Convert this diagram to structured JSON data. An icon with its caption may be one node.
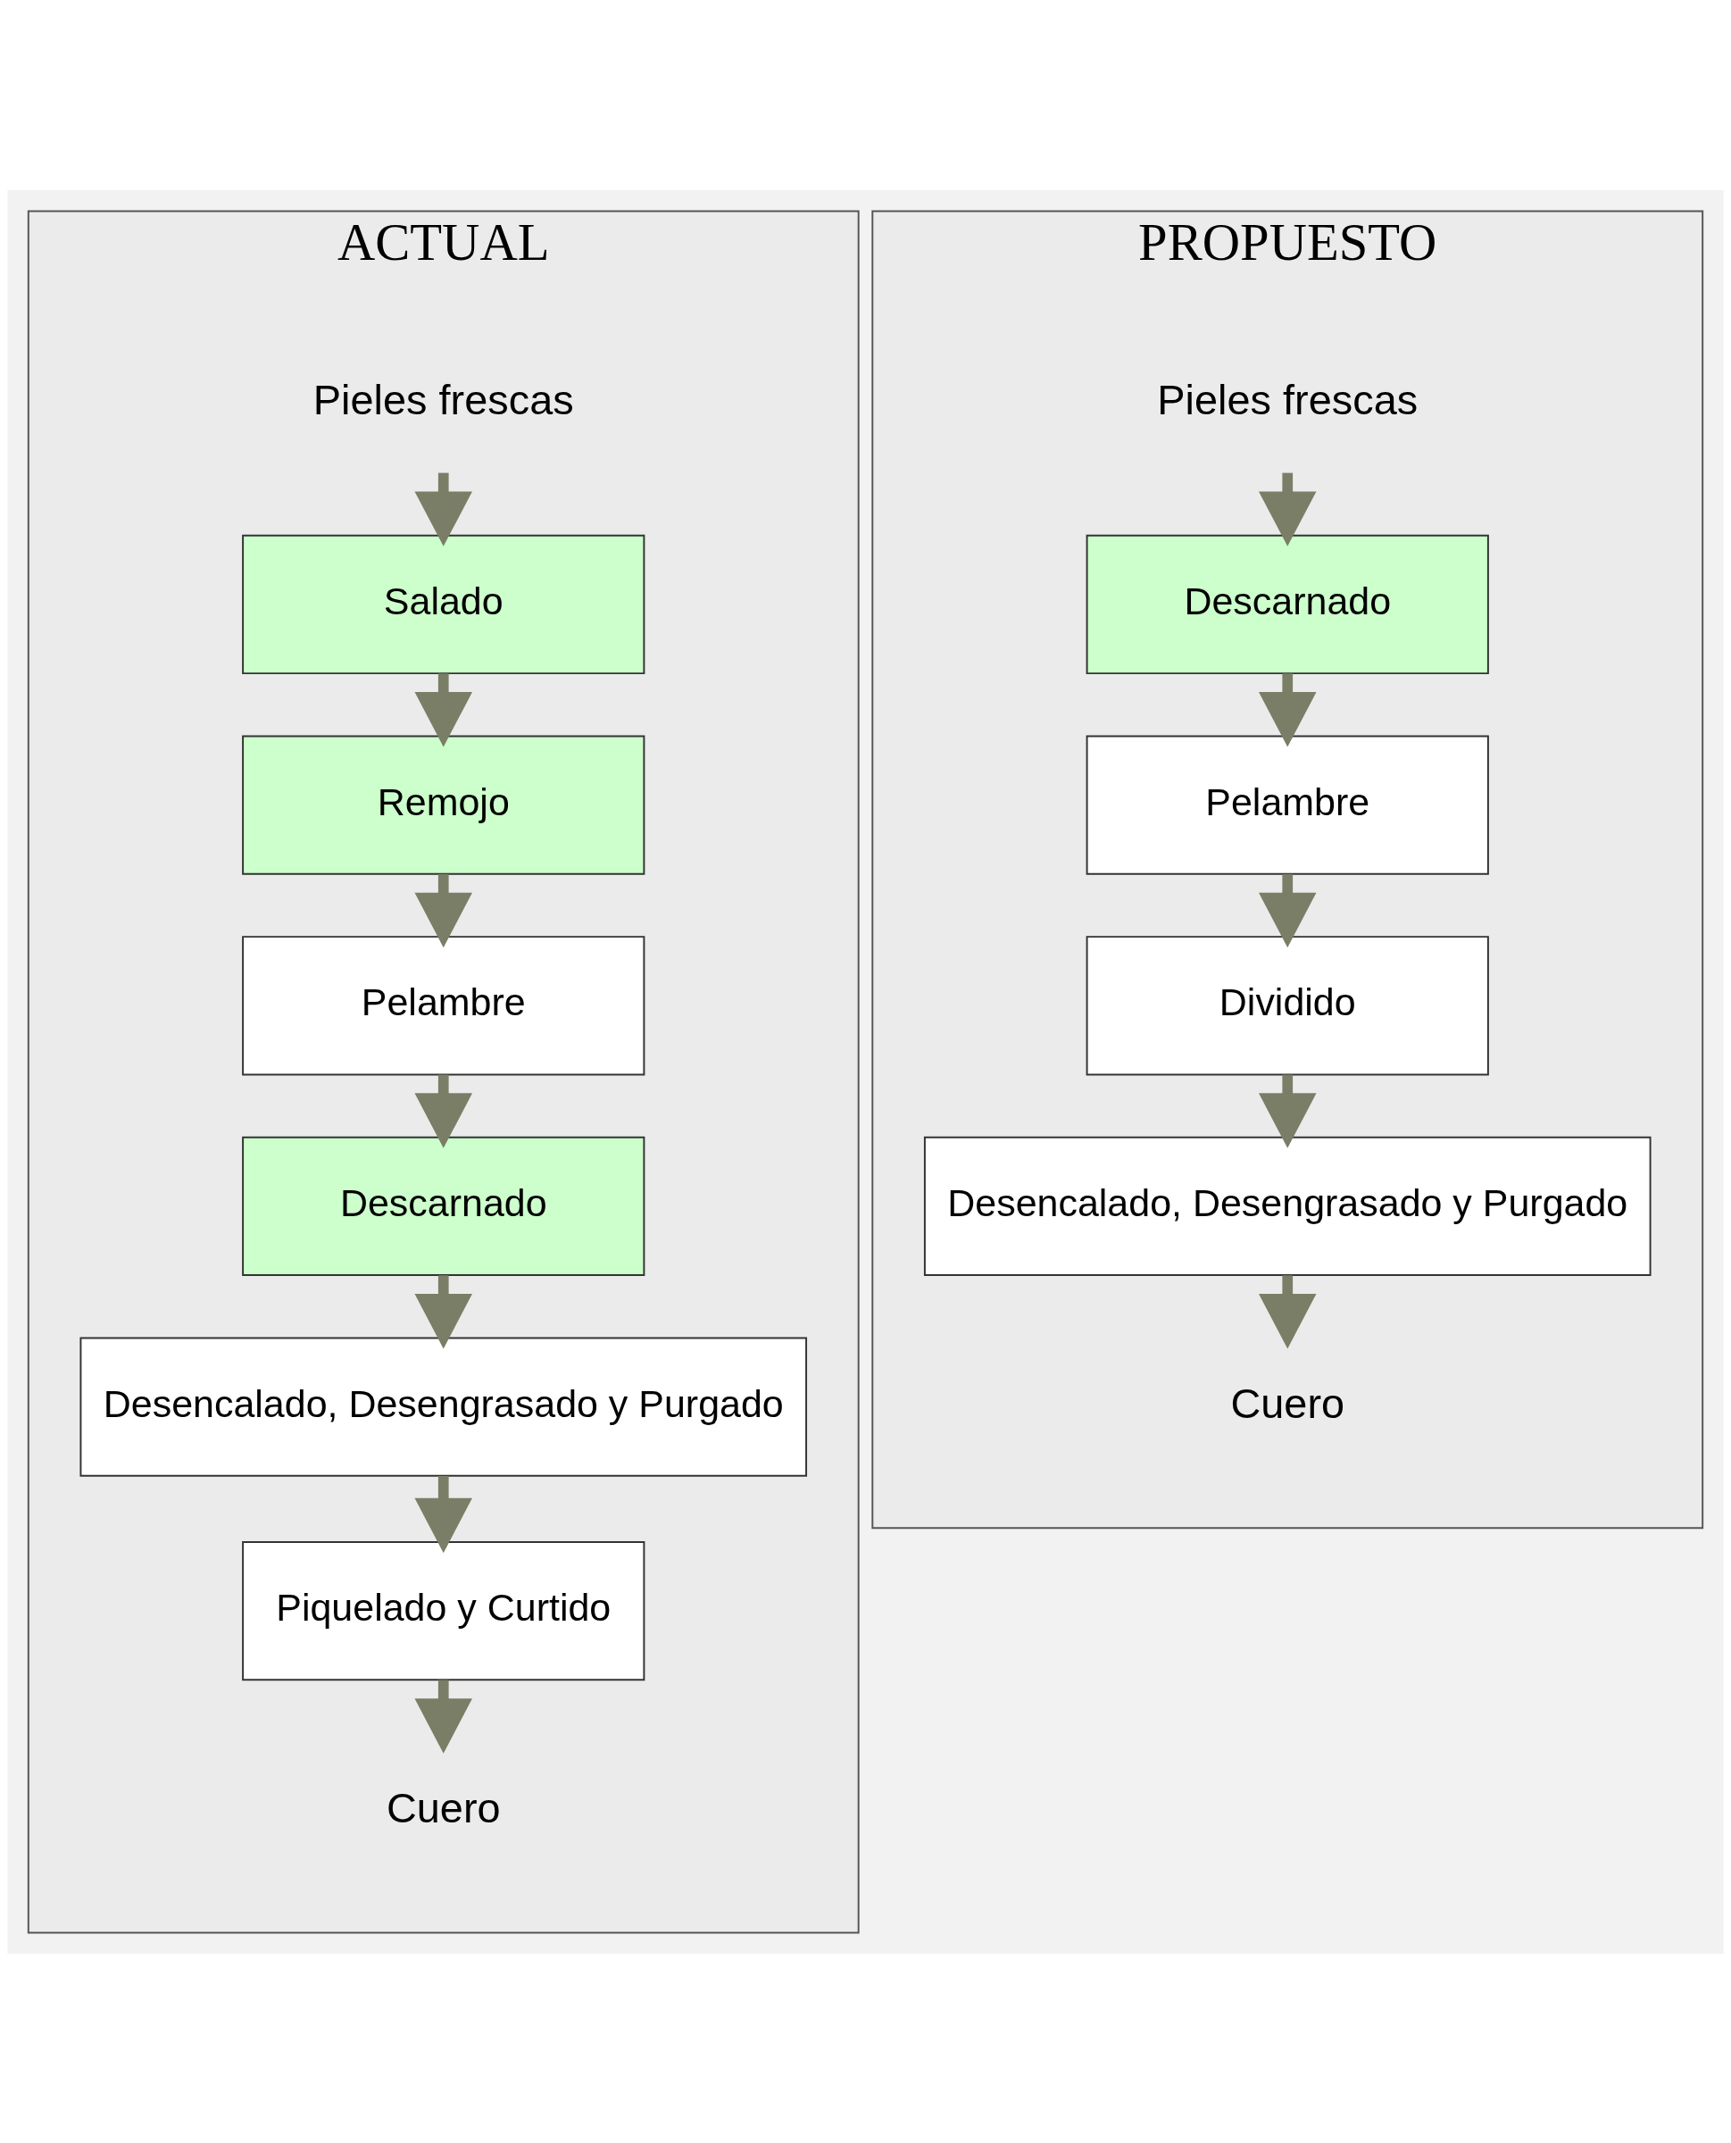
{
  "diagram": {
    "nodes": [
      {
        "text": [
          "ACTUAL"
        ]
      },
      {
        "text": [
          "Pieles frescas"
        ],
        "in": 0
      },
      {
        "text": [
          "Salado"
        ],
        "in": 0
      },
      {
        "text": [
          "Remojo"
        ],
        "in": 0
      },
      {
        "text": [
          "Pelambre"
        ],
        "in": 0
      },
      {
        "text": [
          "Descarnado"
        ],
        "in": 0
      },
      {
        "text": [
          "Desencalado, Desengrasado y Purgado"
        ],
        "in": 0
      },
      {
        "text": [
          "Piquelado y Curtido"
        ],
        "in": 0
      },
      {
        "text": [
          "Cuero"
        ],
        "in": 0
      },
      {
        "text": [
          "PROPUESTO"
        ]
      },
      {
        "text": [
          "Pieles frescas"
        ],
        "in": 9
      },
      {
        "text": [
          "Descarnado"
        ],
        "in": 9
      },
      {
        "text": [
          "Pelambre"
        ],
        "in": 9
      },
      {
        "text": [
          "Dividido"
        ],
        "in": 9
      },
      {
        "text": [
          "Desencalado, Desengrasado y Purgado"
        ],
        "in": 9
      },
      {
        "text": [
          "Cuero"
        ],
        "in": 9
      }
    ],
    "edges": [
      {
        "from": 1,
        "to": 2,
        "arrow": "to"
      },
      {
        "from": 2,
        "to": 3,
        "arrow": "to"
      },
      {
        "from": 3,
        "to": 4,
        "arrow": "to"
      },
      {
        "from": 4,
        "to": 5,
        "arrow": "to"
      },
      {
        "from": 5,
        "to": 6,
        "arrow": "to"
      },
      {
        "from": 6,
        "to": 7,
        "arrow": "to"
      },
      {
        "from": 7,
        "to": 8,
        "arrow": "to"
      },
      {
        "from": 10,
        "to": 11,
        "arrow": "to"
      },
      {
        "from": 11,
        "to": 12,
        "arrow": "to"
      },
      {
        "from": 12,
        "to": 13,
        "arrow": "to"
      },
      {
        "from": 13,
        "to": 14,
        "arrow": "to"
      },
      {
        "from": 14,
        "to": 15,
        "arrow": "to"
      }
    ]
  }
}
